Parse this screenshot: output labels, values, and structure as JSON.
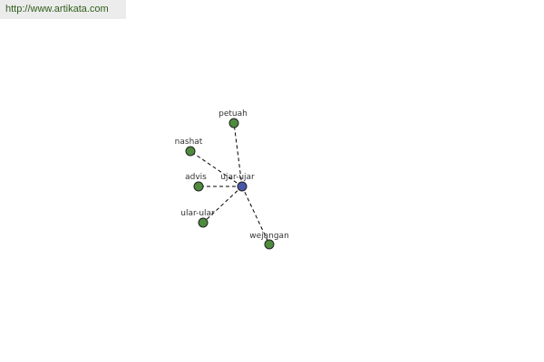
{
  "source_url": "http://www.artikata.com",
  "colors": {
    "center_node": "#4a58a8",
    "leaf_node": "#4f8b3f",
    "node_stroke": "#222222",
    "edge": "#000000",
    "source_text": "#2f5f1a"
  },
  "graph": {
    "center": {
      "id": "center",
      "label": "ujar-ujar"
    },
    "nodes": [
      {
        "id": "petuah",
        "label": "petuah"
      },
      {
        "id": "nashat",
        "label": "nashat"
      },
      {
        "id": "advis",
        "label": "advis"
      },
      {
        "id": "ular-ular",
        "label": "ular-ular"
      },
      {
        "id": "wejangan",
        "label": "wejangan"
      }
    ],
    "edges": [
      {
        "from": "center",
        "to": "petuah"
      },
      {
        "from": "center",
        "to": "nashat"
      },
      {
        "from": "center",
        "to": "advis"
      },
      {
        "from": "center",
        "to": "ular-ular"
      },
      {
        "from": "center",
        "to": "wejangan"
      }
    ]
  }
}
